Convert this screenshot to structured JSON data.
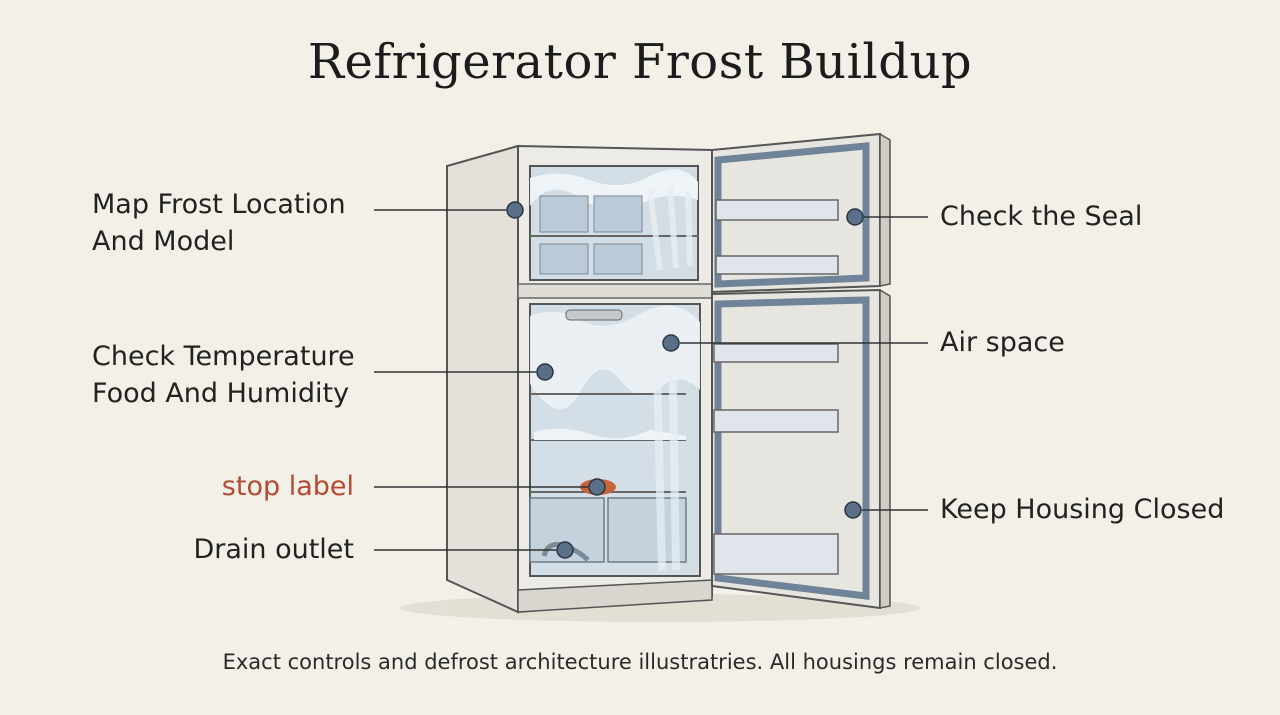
{
  "title": "Refrigerator Frost Buildup",
  "labels": {
    "map_frost": "Map Frost Location\nAnd Model",
    "check_temp": "Check Temperature\nFood And Humidity",
    "stop_label": "stop label",
    "drain_outlet": "Drain outlet",
    "check_seal": "Check the Seal",
    "air_space": "Air space",
    "keep_closed": "Keep Housing Closed"
  },
  "caption": "Exact controls and defrost architecture illustratries. All housings remain closed.",
  "colors": {
    "background": "#f3f0e8",
    "marker": "#5a7088",
    "accent_label": "#b54a32",
    "frost": "#c9d8e4",
    "door_gasket": "#6f8499"
  }
}
